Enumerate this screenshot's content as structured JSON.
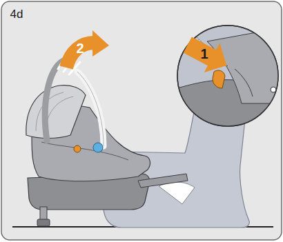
{
  "diagram": {
    "labels": [
      "4d",
      "1",
      "2"
    ]
  }
}
